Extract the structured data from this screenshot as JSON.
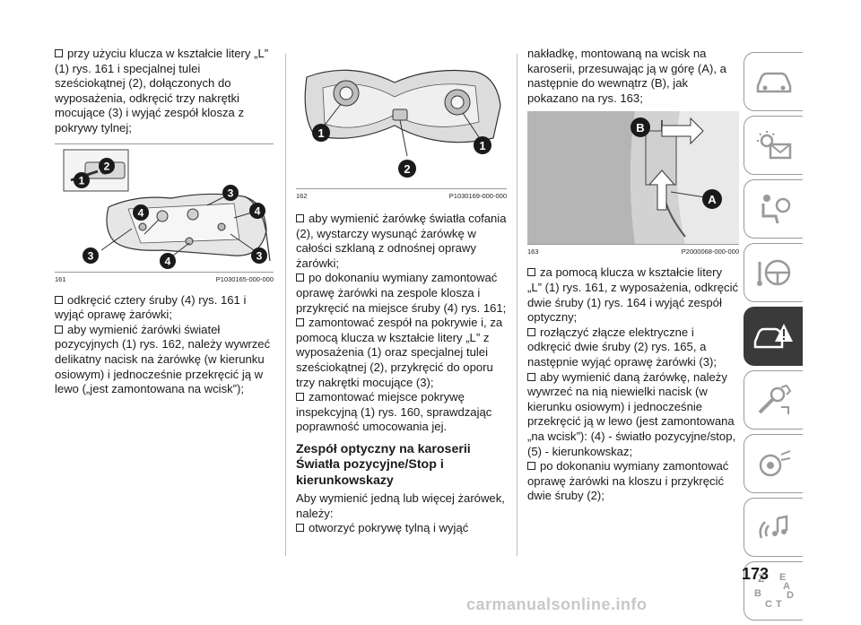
{
  "col1": {
    "p1": "przy użyciu klucza w kształcie litery „L” (1) rys. 161 i specjalnej tulei sześciokątnej (2), dołączonych do wyposażenia, odkręcić trzy nakrętki mocujące (3) i wyjąć zespół klosza z pokrywy tylnej;",
    "fig": {
      "number": "161",
      "code": "P1030165-000-000",
      "callouts": [
        "1",
        "2",
        "3",
        "4",
        "4",
        "3",
        "4",
        "3"
      ]
    },
    "p2": "odkręcić cztery śruby (4) rys. 161 i wyjąć oprawę żarówki;",
    "p3": "aby wymienić żarówki świateł pozycyjnych (1) rys. 162, należy wywrzeć delikatny nacisk na żarówkę (w kierunku osiowym) i jednocześnie przekręcić ją w lewo („jest zamontowana na wcisk”);"
  },
  "col2": {
    "fig": {
      "number": "162",
      "code": "P1030169-000-000",
      "callouts": [
        "1",
        "1",
        "2"
      ]
    },
    "p1": "aby wymienić żarówkę światła cofania (2), wystarczy wysunąć żarówkę w całości szklaną z odnośnej oprawy żarówki;",
    "p2": "po dokonaniu wymiany zamontować oprawę żarówki na zespole klosza i przykręcić na miejsce śruby (4) rys. 161;",
    "p3": "zamontować zespół na pokrywie i, za pomocą klucza w kształcie litery „L” z wyposażenia (1) oraz specjalnej tulei sześciokątnej (2), przykręcić do oporu trzy nakrętki mocujące (3);",
    "p4": "zamontować miejsce pokrywę inspekcyjną (1) rys. 160, sprawdzając poprawność umocowania jej.",
    "heading": "Zespół optyczny na karoserii Światła pozycyjne/Stop i kierunkowskazy",
    "p5": "Aby wymienić jedną lub więcej żarówek, należy:",
    "p6": "otworzyć pokrywę tylną i wyjąć"
  },
  "col3": {
    "p0": "nakładkę, montowaną na wcisk na karoserii, przesuwając ją w górę (A), a następnie do wewnątrz (B), jak pokazano na rys. 163;",
    "fig": {
      "number": "163",
      "code": "P2000068-000-000",
      "callouts": [
        "B",
        "A"
      ]
    },
    "p1": "za pomocą klucza w kształcie litery „L” (1) rys. 161, z wyposażenia, odkręcić dwie śruby (1) rys. 164 i wyjąć zespół optyczny;",
    "p2": "rozłączyć złącze elektryczne i odkręcić dwie śruby (2) rys. 165, a następnie wyjąć oprawę żarówki (3);",
    "p3": "aby wymienić daną żarówkę, należy wywrzeć na nią niewielki nacisk (w kierunku osiowym) i jednocześnie przekręcić ją w lewo (jest zamontowana „na wcisk”): (4) - światło pozycyjne/stop, (5) - kierunkowskaz;",
    "p4": "po dokonaniu wymiany zamontować oprawę żarówki na kloszu i przykręcić dwie śruby (2);"
  },
  "sidebar": {
    "tabs": [
      {
        "icon": "car-icon",
        "active": false
      },
      {
        "icon": "warning-lights-icon",
        "active": false
      },
      {
        "icon": "airbag-seat-icon",
        "active": false
      },
      {
        "icon": "steering-wheel-icon",
        "active": false
      },
      {
        "icon": "breakdown-car-icon",
        "active": true
      },
      {
        "icon": "maintenance-wrench-icon",
        "active": false
      },
      {
        "icon": "technical-data-icon",
        "active": false
      },
      {
        "icon": "multimedia-icon",
        "active": false
      },
      {
        "icon": "alphabetical-index-icon",
        "active": false
      }
    ],
    "index_letters": [
      "Z",
      "E",
      "B",
      "C",
      "T",
      "D",
      "A"
    ]
  },
  "page_number": "173",
  "watermark": "carmanualsonline.info"
}
